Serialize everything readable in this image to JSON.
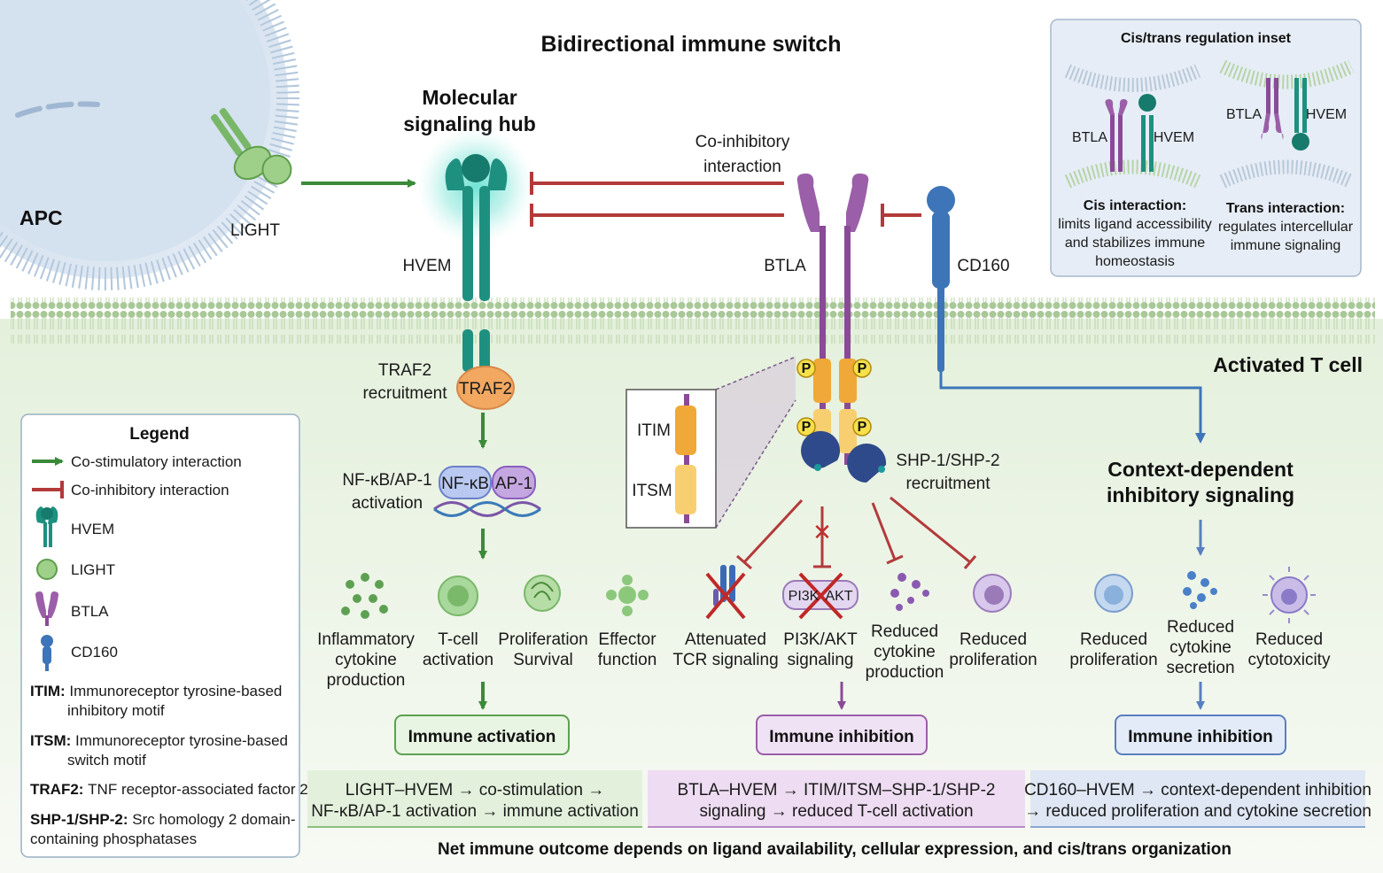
{
  "title": "Bidirectional immune switch",
  "apc_label": "APC",
  "light_label": "LIGHT",
  "hub_label": [
    "Molecular",
    "signaling hub"
  ],
  "hvem_label": "HVEM",
  "btla_label": "BTLA",
  "cd160_label": "CD160",
  "coinhib_label": [
    "Co-inhibitory",
    "interaction"
  ],
  "tcell_label": "Activated T cell",
  "traf2_recruit": [
    "TRAF2",
    "recruitment"
  ],
  "traf2": "TRAF2",
  "nfkb_act": [
    "NF-κB/AP-1",
    "activation"
  ],
  "nfkb": "NF-κB",
  "ap1": "AP-1",
  "itim": "ITIM",
  "itsm": "ITSM",
  "p": "P",
  "shp_recruit": [
    "SHP-1/SHP-2",
    "recruitment"
  ],
  "context_title": [
    "Context-dependent",
    "inhibitory signaling"
  ],
  "left_outcomes": [
    {
      "lines": [
        "Inflammatory",
        "cytokine",
        "production"
      ]
    },
    {
      "lines": [
        "T-cell",
        "activation"
      ]
    },
    {
      "lines": [
        "Proliferation",
        "Survival"
      ]
    },
    {
      "lines": [
        "Effector",
        "function"
      ]
    }
  ],
  "mid_outcomes": [
    {
      "lines": [
        "Attenuated",
        "TCR signaling"
      ]
    },
    {
      "lines": [
        "PI3K/AKT",
        "signaling"
      ]
    },
    {
      "lines": [
        "Reduced",
        "cytokine",
        "production"
      ]
    },
    {
      "lines": [
        "Reduced",
        "proliferation"
      ]
    }
  ],
  "pi3k": "PI3K",
  "akt": "AKT",
  "right_outcomes": [
    {
      "lines": [
        "Reduced",
        "proliferation"
      ]
    },
    {
      "lines": [
        "Reduced",
        "cytokine",
        "secretion"
      ]
    },
    {
      "lines": [
        "Reduced",
        "cytotoxicity"
      ]
    }
  ],
  "result_activation": "Immune activation",
  "result_inhibition_1": "Immune inhibition",
  "result_inhibition_2": "Immune inhibition",
  "summary_left": [
    "LIGHT–HVEM → co-stimulation →",
    "NF-κB/AP-1 activation → immune activation"
  ],
  "summary_mid": [
    "BTLA–HVEM → ITIM/ITSM–SHP-1/SHP-2",
    "signaling → reduced T-cell activation"
  ],
  "summary_right": [
    "CD160–HVEM → context-dependent inhibition",
    "→ reduced proliferation and cytokine secretion"
  ],
  "footer": "Net immune outcome depends on ligand availability, cellular expression, and cis/trans organization",
  "legend": {
    "title": "Legend",
    "costim": "Co-stimulatory interaction",
    "coinhib": "Co-inhibitory interaction",
    "hvem": "HVEM",
    "light": "LIGHT",
    "btla": "BTLA",
    "cd160": "CD160",
    "defs": [
      {
        "term": "ITIM:",
        "lines": [
          "Immunoreceptor tyrosine-based",
          "inhibitory motif"
        ]
      },
      {
        "term": "ITSM:",
        "lines": [
          "Immunoreceptor tyrosine-based",
          "switch motif"
        ]
      },
      {
        "term": "TRAF2:",
        "lines": [
          "TNF receptor-associated factor 2"
        ]
      },
      {
        "term": "SHP-1/SHP-2:",
        "lines": [
          "Src homology 2 domain-",
          "containing phosphatases"
        ]
      }
    ]
  },
  "inset": {
    "title": "Cis/trans regulation inset",
    "btla": "BTLA",
    "hvem": "HVEM",
    "cis_title": "Cis interaction:",
    "cis_lines": [
      "limits ligand accessibility",
      "and stabilizes immune",
      "homeostasis"
    ],
    "trans_title": "Trans interaction:",
    "trans_lines": [
      "regulates intercellular",
      "immune signaling"
    ]
  },
  "colors": {
    "green": "#3a8a3a",
    "red": "#b33a3a",
    "teal": "#1e9080",
    "purple": "#9b5ea8",
    "blue": "#3d75b8",
    "orange": "#f2a860"
  }
}
